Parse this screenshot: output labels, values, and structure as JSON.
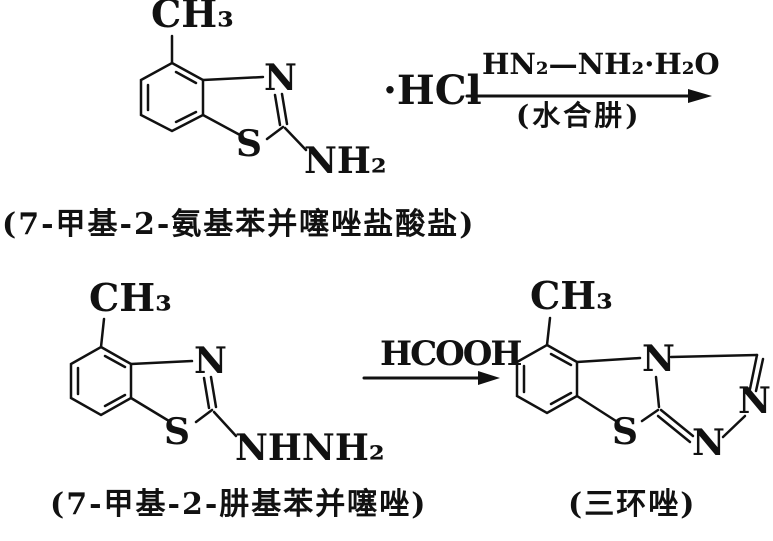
{
  "colors": {
    "ink": "#111111",
    "background": "#ffffff"
  },
  "scheme": {
    "reactant1": {
      "methyl": "CH₃",
      "n": "N",
      "s": "S",
      "amino": "NH₂",
      "salt": "·HCl",
      "caption": "(7-甲基-2-氨基苯并噻唑盐酸盐)"
    },
    "arrow1": {
      "reagent_above": "HN₂—NH₂·H₂O",
      "reagent_below": "(水合肼)"
    },
    "intermediate": {
      "methyl": "CH₃",
      "n": "N",
      "s": "S",
      "hydrazino": "NHNH₂",
      "caption": "(7-甲基-2-肼基苯并噻唑)"
    },
    "arrow2": {
      "reagent_above": "HCOOH"
    },
    "product": {
      "methyl": "CH₃",
      "n_top": "N",
      "s": "S",
      "n_right": "N",
      "n_bottom": "N",
      "caption": "(三环唑)"
    }
  }
}
